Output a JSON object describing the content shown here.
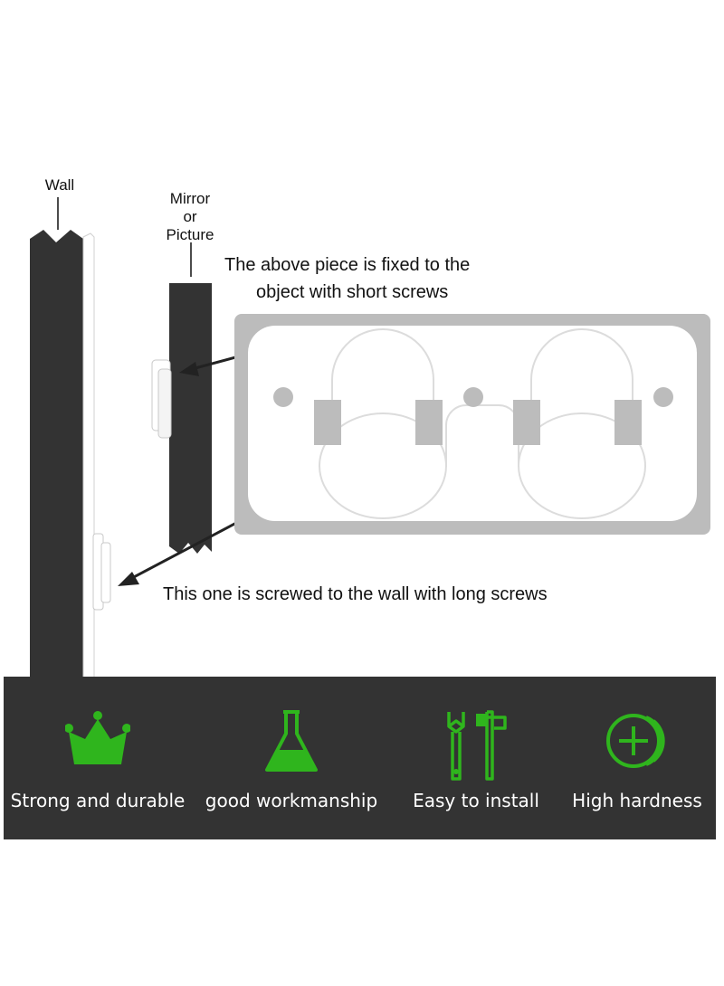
{
  "labels": {
    "wall": "Wall",
    "object_line1": "Mirror",
    "object_line2": "or",
    "object_line3": "Picture"
  },
  "notes": {
    "top_line1": "The above piece is fixed to the",
    "top_line2": "object with short screws",
    "bottom": "This one is screwed to the wall with long screws"
  },
  "features": [
    {
      "label": "Strong and durable",
      "icon": "crown-icon"
    },
    {
      "label": "good workmanship",
      "icon": "flask-icon"
    },
    {
      "label": "Easy to install",
      "icon": "wrench-hammer-icon"
    },
    {
      "label": "High hardness",
      "icon": "coin-icon"
    }
  ],
  "colors": {
    "accent": "#2fb51d",
    "bar": "#333333",
    "wall": "#333333",
    "plate_border": "#bcbcbc",
    "plate": "#ffffff"
  }
}
